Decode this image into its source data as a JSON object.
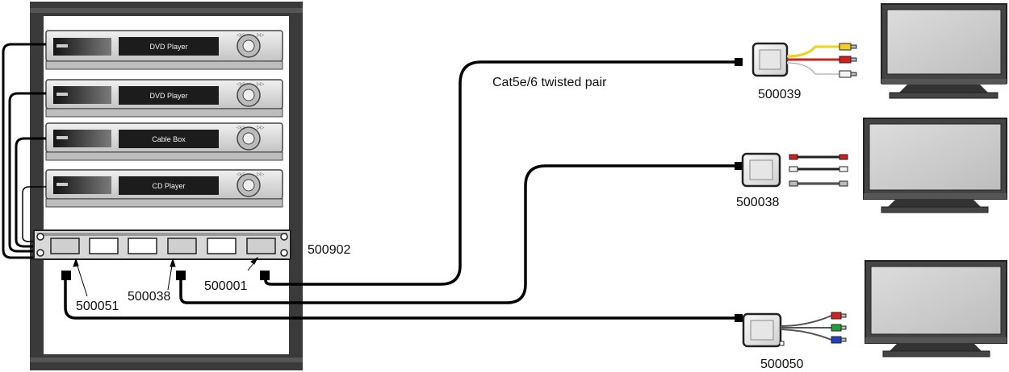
{
  "devices": [
    {
      "label": "DVD Player"
    },
    {
      "label": "DVD Player"
    },
    {
      "label": "Cable Box"
    },
    {
      "label": "CD Player"
    }
  ],
  "cable_label": "Cat5e/6 twisted pair",
  "part_numbers": {
    "patch_panel": "500902",
    "rack_video": "500051",
    "rack_component": "500038",
    "rack_composite": "500001",
    "receiver_top": "500039",
    "receiver_mid": "500038",
    "receiver_bottom": "500050"
  },
  "colors": {
    "rack": "#3a3a3a",
    "cable": "#000000",
    "screen": "#d0d0d0",
    "rca_yellow": "#f0d020",
    "rca_red": "#d02020",
    "rca_white": "#f4f4f4",
    "rca_green": "#22a040",
    "rca_blue": "#2040c0"
  }
}
